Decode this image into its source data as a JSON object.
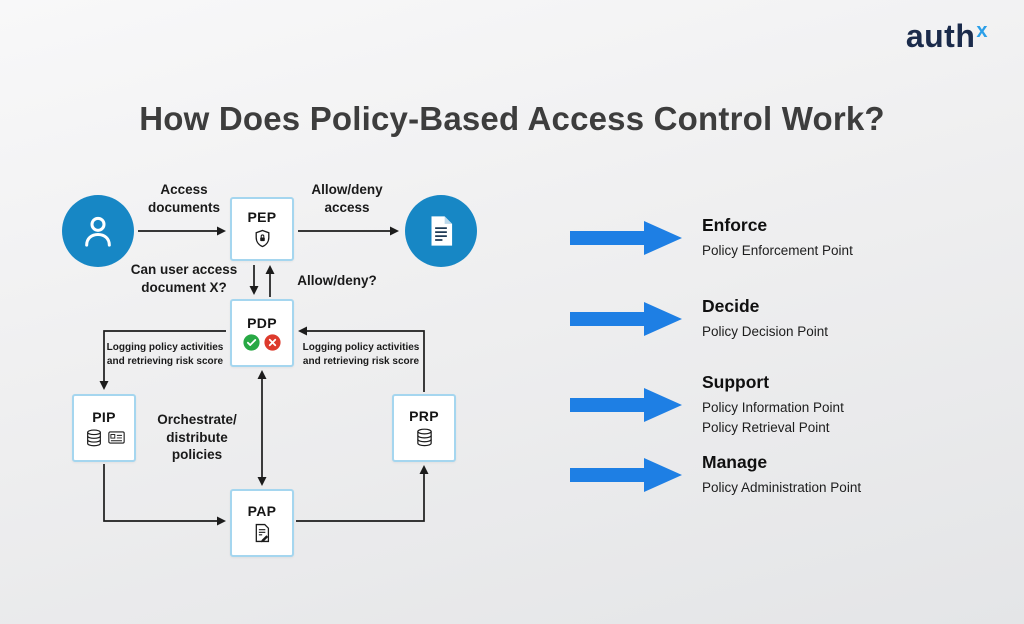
{
  "logo": {
    "word": "auth",
    "sup": "x"
  },
  "title": "How Does Policy-Based Access Control Work?",
  "colors": {
    "accent_circle_blue": "#1787c5",
    "legend_arrow_blue": "#1e7fe4",
    "box_border_blue": "#a5d6ef",
    "title_text": "#3d3d3d",
    "check_green": "#27a844",
    "cross_red": "#dd3a2c",
    "logo_navy": "#1b2b4b",
    "logo_x_blue": "#2b9fe8"
  },
  "diagram": {
    "nodes": {
      "pep": "PEP",
      "pdp": "PDP",
      "pip": "PIP",
      "prp": "PRP",
      "pap": "PAP"
    },
    "labels": {
      "access_documents": "Access\ndocuments",
      "allow_deny_access": "Allow/deny\naccess",
      "can_user_access": "Can user access\ndocument X?",
      "allow_deny": "Allow/deny?",
      "logging_left": "Logging policy activities\nand retrieving risk score",
      "logging_right": "Logging policy activities\nand retrieving risk score",
      "orchestrate": "Orchestrate/\ndistribute\npolicies"
    }
  },
  "legend": {
    "items": [
      {
        "title": "Enforce",
        "line1": "Policy Enforcement Point",
        "line2": ""
      },
      {
        "title": "Decide",
        "line1": "Policy Decision Point",
        "line2": ""
      },
      {
        "title": "Support",
        "line1": "Policy Information Point",
        "line2": "Policy Retrieval Point"
      },
      {
        "title": "Manage",
        "line1": "Policy Administration Point",
        "line2": ""
      }
    ]
  }
}
